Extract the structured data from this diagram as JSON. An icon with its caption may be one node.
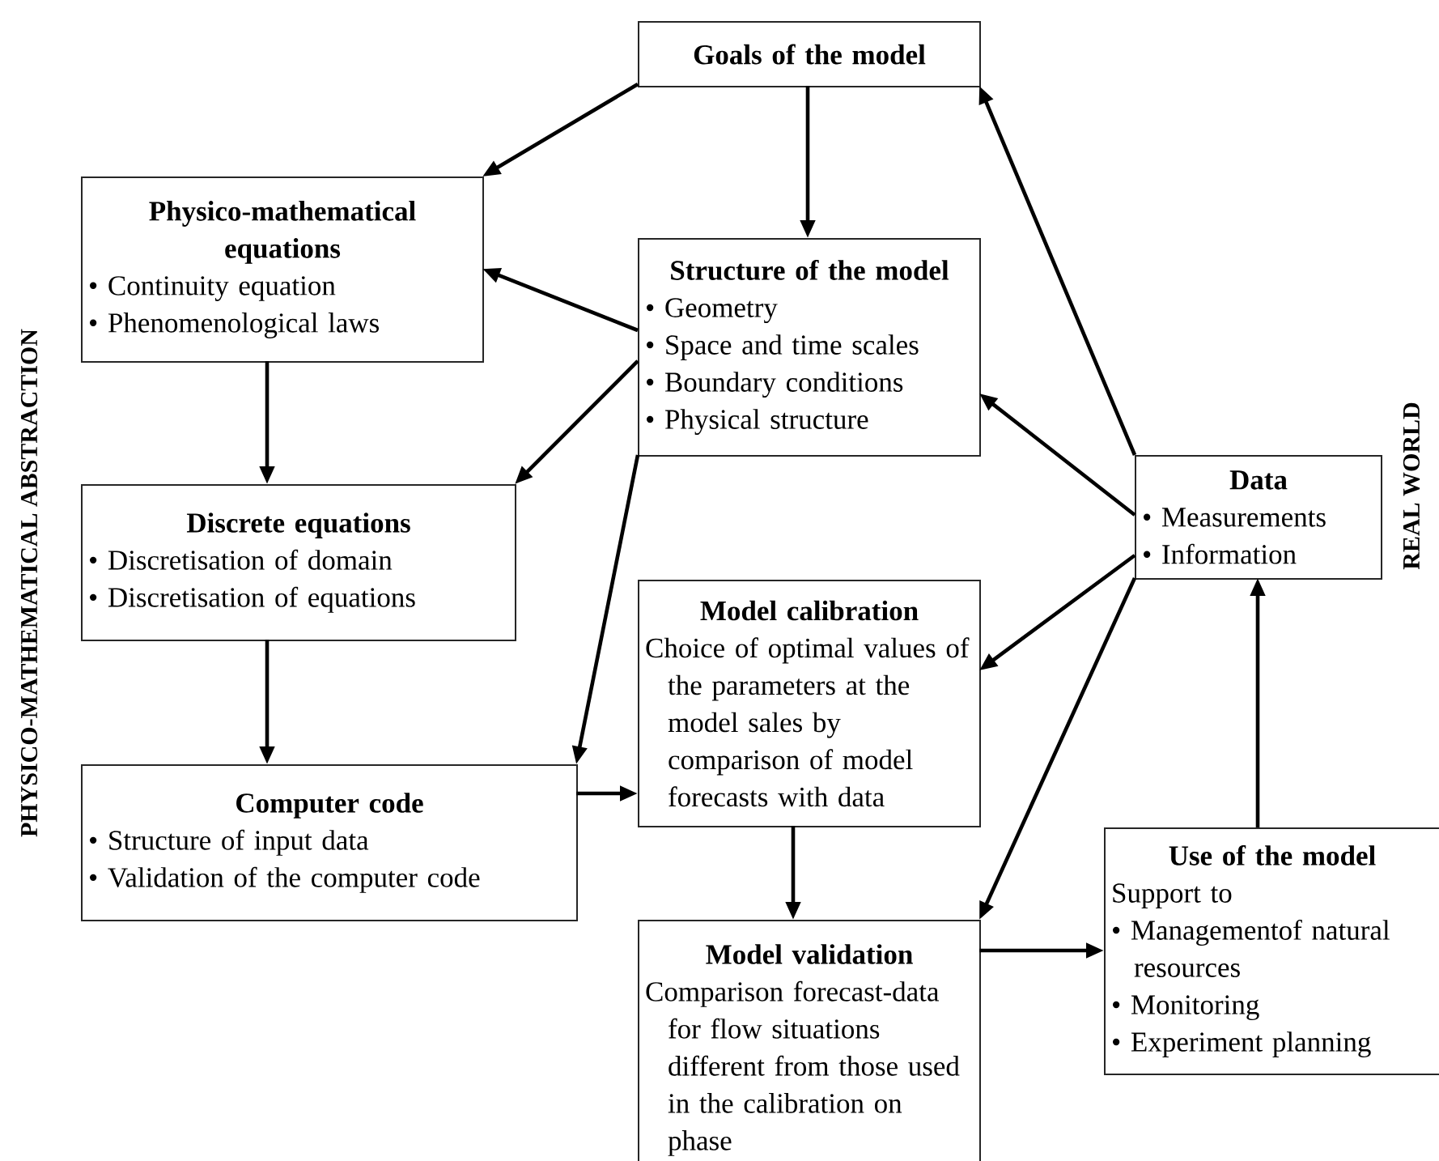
{
  "diagram": {
    "nodes": [
      {
        "text": [
          "Goals of the model"
        ]
      },
      {
        "text": [
          "Physico-mathematical equations",
          "• Continuity equation",
          "• Phenomenological laws"
        ]
      },
      {
        "text": [
          "Structure of the model",
          "• Geometry",
          "• Space and time scales",
          "• Boundary conditions",
          "• Physical structure"
        ]
      },
      {
        "text": [
          "Discrete equations",
          "• Discretisation of domain",
          "• Discretisation of equations"
        ]
      },
      {
        "text": [
          "Data",
          "• Measurements",
          "• Information"
        ]
      },
      {
        "text": [
          "Model calibration",
          "Choice of optimal values of the parameters at the model sales by comparison of model forecasts with data"
        ]
      },
      {
        "text": [
          "Computer code",
          "• Structure of input data",
          "• Validation of the computer code"
        ]
      },
      {
        "text": [
          "Model validation",
          "Comparison forecast-data for flow situations different from those used in the calibration on phase"
        ]
      },
      {
        "text": [
          "Use of the model",
          "Support to",
          "• Managementof natural resources",
          "• Monitoring",
          "• Experiment planning"
        ]
      }
    ],
    "edges": [
      {
        "from": 0,
        "to": 1,
        "arrow": "to"
      },
      {
        "from": 0,
        "to": 2,
        "arrow": "to"
      },
      {
        "from": 2,
        "to": 1,
        "arrow": "to"
      },
      {
        "from": 1,
        "to": 3,
        "arrow": "to"
      },
      {
        "from": 2,
        "to": 3,
        "arrow": "to"
      },
      {
        "from": 3,
        "to": 6,
        "arrow": "to"
      },
      {
        "from": 2,
        "to": 6,
        "arrow": "to"
      },
      {
        "from": 6,
        "to": 5,
        "arrow": "to"
      },
      {
        "from": 5,
        "to": 7,
        "arrow": "to"
      },
      {
        "from": 4,
        "to": 0,
        "arrow": "to"
      },
      {
        "from": 4,
        "to": 2,
        "arrow": "to"
      },
      {
        "from": 4,
        "to": 5,
        "arrow": "to"
      },
      {
        "from": 4,
        "to": 7,
        "arrow": "to"
      },
      {
        "from": 7,
        "to": 8,
        "arrow": "to"
      },
      {
        "from": 8,
        "to": 4,
        "arrow": "to"
      }
    ],
    "labels": [
      "PHYSICO-MATHEMATICAL ABSTRACTION",
      "REAL WORLD"
    ]
  }
}
